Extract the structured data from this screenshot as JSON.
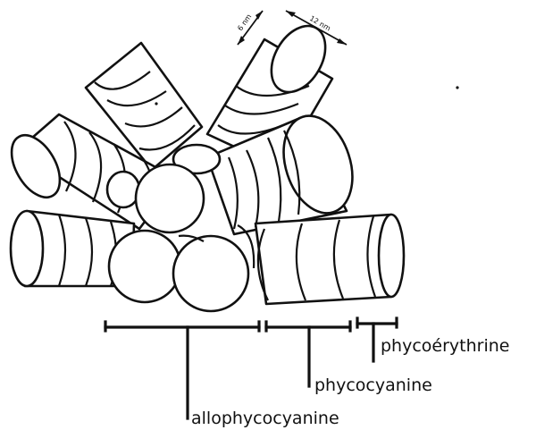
{
  "dimensions": {
    "disc_thickness": "6 nm",
    "disc_diameter": "12 nm"
  },
  "labels": {
    "allophycocyanine": "allophycocyanine",
    "phycocyanine": "phycocyanine",
    "phycoerythrine": "phycoérythrine"
  },
  "colors": {
    "ink": "#111111",
    "background": "#ffffff"
  }
}
